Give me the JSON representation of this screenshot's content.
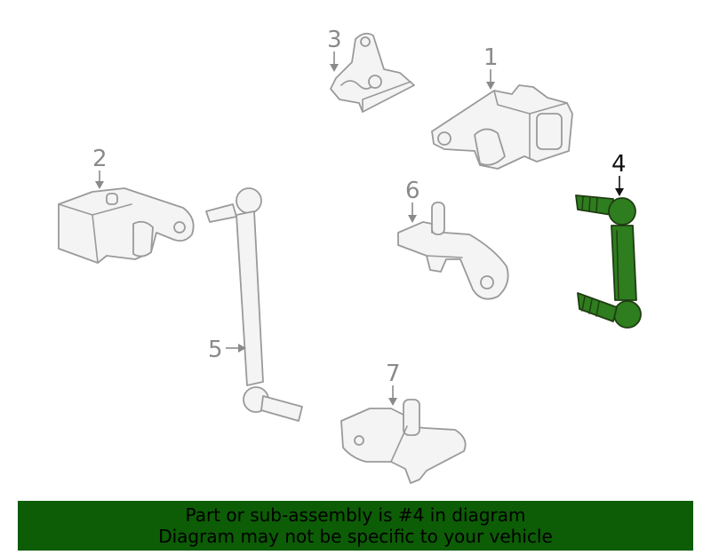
{
  "callouts": {
    "c1": "1",
    "c2": "2",
    "c3": "3",
    "c4": "4",
    "c5": "5",
    "c6": "6",
    "c7": "7"
  },
  "highlighted_part": "4",
  "colors": {
    "highlight": "#2e7d1e",
    "banner": "#0d5c06",
    "part_stroke": "#9a9a9a"
  },
  "banner": {
    "line1": "Part or sub-assembly is #4 in diagram",
    "line2": "Diagram may not be specific to your vehicle"
  }
}
